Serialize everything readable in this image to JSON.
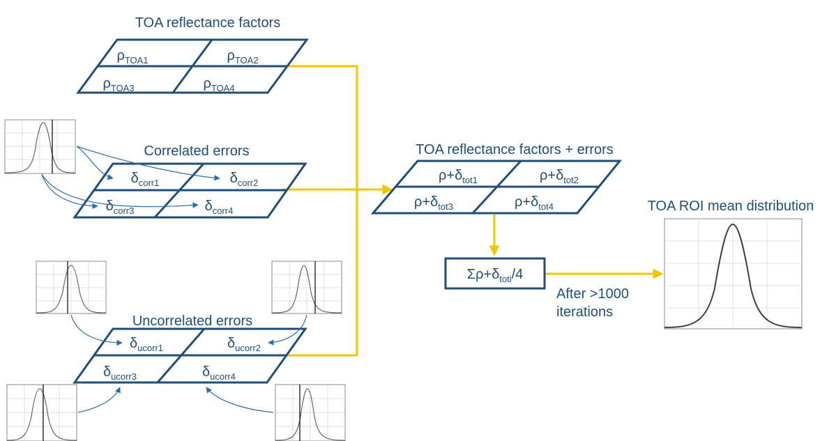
{
  "titles": {
    "toa": "TOA reflectance factors",
    "correlated": "Correlated errors",
    "uncorrelated": "Uncorrelated errors",
    "combined": "TOA reflectance factors + errors",
    "distribution": "TOA ROI mean distribution"
  },
  "toa_cells": [
    {
      "main": "ρ",
      "sub": "TOA1"
    },
    {
      "main": "ρ",
      "sub": "TOA2"
    },
    {
      "main": "ρ",
      "sub": "TOA3"
    },
    {
      "main": "ρ",
      "sub": "TOA4"
    }
  ],
  "corr_cells": [
    {
      "main": "δ",
      "sub": "corr1"
    },
    {
      "main": "δ",
      "sub": "corr2"
    },
    {
      "main": "δ",
      "sub": "corr3"
    },
    {
      "main": "δ",
      "sub": "corr4"
    }
  ],
  "ucorr_cells": [
    {
      "main": "δ",
      "sub": "ucorr1"
    },
    {
      "main": "δ",
      "sub": "ucorr2"
    },
    {
      "main": "δ",
      "sub": "ucorr3"
    },
    {
      "main": "δ",
      "sub": "ucorr4"
    }
  ],
  "combined_cells": [
    {
      "main": "ρ+δ",
      "sub": "tot1"
    },
    {
      "main": "ρ+δ",
      "sub": "tot2"
    },
    {
      "main": "ρ+δ",
      "sub": "tot3"
    },
    {
      "main": "ρ+δ",
      "sub": "tot4"
    }
  ],
  "sum_box": {
    "main": "Σρ+δ",
    "sub": "toti",
    "tail": "/4"
  },
  "iterations": {
    "line1": "After >1000",
    "line2": "iterations"
  },
  "colors": {
    "primary": "#1f4e79",
    "arrow": "#f5c400",
    "curve_arrow": "#2e6ca8"
  }
}
